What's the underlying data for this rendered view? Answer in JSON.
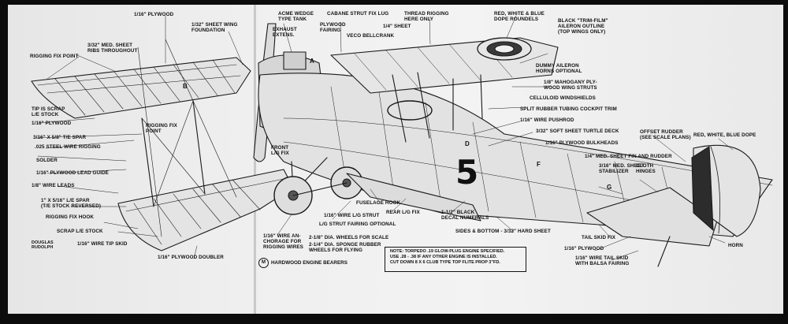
{
  "diagram": {
    "decal_numeral": "5",
    "marker_letter": "M",
    "bearers_text": "HARDWOOD ENGINE BEARERS",
    "note": "NOTE: TORPEDO .19 GLOW-PLUG ENGINE SPECIFIED.\nUSE .28 - .38 IF ANY OTHER ENGINE IS INSTALLED.\nCUT DOWN 8 X 6 CLUB TYPE TOP FLITE PROP 3\"FD.",
    "callout_letters": [
      "A",
      "B",
      "D",
      "F",
      "G"
    ],
    "roundel_colors": [
      "#3a3a3a",
      "#f0f0f0"
    ]
  },
  "labels": [
    "1/16\" PLYWOOD",
    "1/32\" SHEET WING\nFOUNDATION",
    "3/32\" MED. SHEET\nRIBS THROUGHOUT",
    "RIGGING FIX POINT",
    "TIP IS SCRAP\nL/E STOCK",
    "1/16\" PLYWOOD",
    "RIGGING FIX\nPOINT",
    "3/16\" X 5/8\" T/E SPAR",
    ".025 STEEL WIRE RIGGING",
    "SOLDER",
    "1/16\" PLYWOOD LEAD GUIDE",
    "1/8\" WIRE LEADS",
    "1\" X 5/16\" L/E SPAR\n(T/E STOCK REVERSED)",
    "RIGGING FIX HOOK",
    "SCRAP L/E STOCK",
    "DOUGLAS\nRUDOLPH",
    "1/16\" WIRE TIP SKID",
    "1/16\" PLYWOOD DOUBLER",
    "ACME WEDGE\nTYPE TANK",
    "CABANE STRUT FIX LUG",
    "EXHAUST\nEXTENS.",
    "PLYWOOD\nFAIRING",
    "1/4\" SHEET",
    "VECO BELLCRANK",
    "THREAD RIGGING\nHERE ONLY",
    "RED, WHITE & BLUE\nDOPE ROUNDELS",
    "BLACK \"TRIM-FILM\"\nAILERON OUTLINE\n(TOP WINGS ONLY)",
    "DUMMY AILERON\nHORNS OPTIONAL",
    "1/8\" MAHOGANY PLY-\nWOOD WING STRUTS",
    "CELLULOID WINDSHIELDS",
    "SPLIT RUBBER TUBING COCKPIT TRIM",
    "1/16\" WIRE PUSHROD",
    "3/32\" SOFT SHEET TURTLE DECK",
    "1/16\" PLYWOOD BULKHEADS",
    "1/4\" MED. SHEET FIN AND RUDDER",
    "3/16\" MED. SHEET\nSTABILIZER",
    "OFFSET RUDDER\n(SEE SCALE PLANS)",
    "RED, WHITE, BLUE DOPE",
    "CLOTH\nHINGES",
    "FRONT\nL/G FIX",
    "FUSELAGE HOOK",
    "REAR L/G FIX",
    "1/16\" WIRE L/G STRUT",
    "L/G STRUT FAIRING OPTIONAL",
    "1-1/2\" BLACK\nDECAL NUMERALS",
    "SIDES & BOTTOM - 3/32\" HARD SHEET",
    "1/16\" WIRE AN-\nCHORAGE FOR\nRIGGING WIRES",
    "2-1/8\" DIA. WHEELS FOR SCALE",
    "2-1/4\" DIA. SPONGE RUBBER\nWHEELS FOR FLYING",
    "TAIL SKID FIX",
    "1/16\" PLYWOOD",
    "1/16\" WIRE TAIL SKID\nWITH BALSA FAIRING",
    "HORN"
  ]
}
